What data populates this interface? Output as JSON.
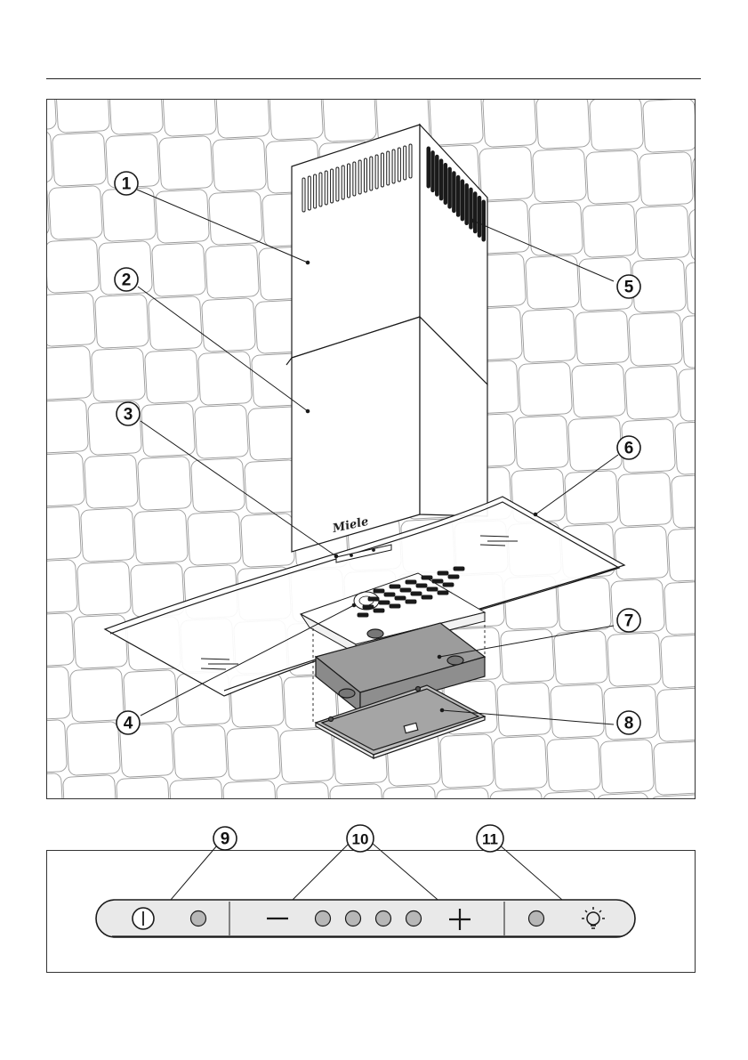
{
  "figure": {
    "brand_logo": "Miele",
    "callouts": [
      "1",
      "2",
      "3",
      "4",
      "5",
      "6",
      "7",
      "8",
      "9",
      "10",
      "11"
    ]
  },
  "control_panel": {
    "buttons": [
      {
        "icon": "power-icon"
      },
      {
        "icon": "indicator-led"
      },
      {
        "icon": "minus-icon"
      },
      {
        "icon": "fan-level-led-1"
      },
      {
        "icon": "fan-level-led-2"
      },
      {
        "icon": "fan-level-led-3"
      },
      {
        "icon": "fan-level-led-4"
      },
      {
        "icon": "plus-icon"
      },
      {
        "icon": "lighting-led"
      },
      {
        "icon": "light-bulb-icon"
      }
    ]
  },
  "colors": {
    "line": "#1a1a1a",
    "tile_line": "#9a9a9a",
    "filter_grey": "#9c9c9c",
    "panel_fill": "#e9e9e9"
  }
}
